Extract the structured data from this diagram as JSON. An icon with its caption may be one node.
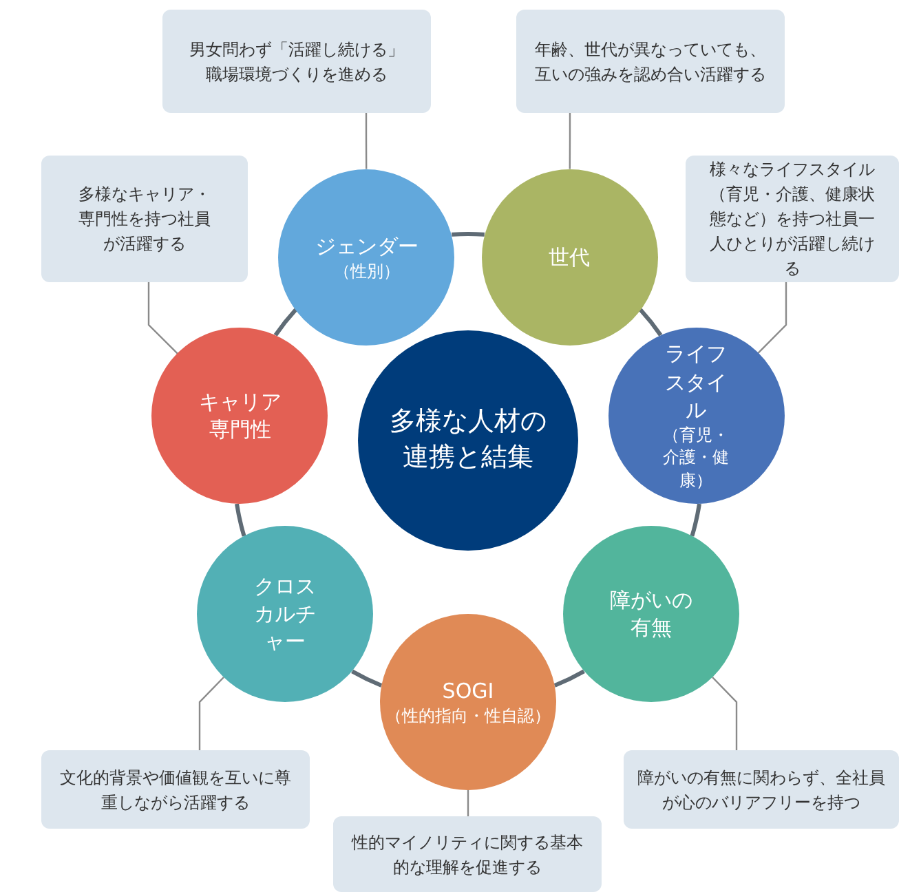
{
  "diagram": {
    "nodes": [
      {
        "text": [
          "男女問わず「活躍し続ける」職場環境づくりを進める"
        ]
      },
      {
        "text": [
          "年齢、世代が異なっていても、互いの強みを認め合い活躍する"
        ]
      },
      {
        "text": [
          "多様なキャリア・専門性を持つ社員が活躍する"
        ]
      },
      {
        "text": [
          "様々なライフスタイル（育児・介護、健康状態など）を持つ社員一人ひとりが活躍し続ける"
        ]
      },
      {
        "text": [
          "ジェンダー",
          "（性別）"
        ]
      },
      {
        "text": [
          "世代"
        ]
      },
      {
        "text": [
          "キャリア専門性"
        ]
      },
      {
        "text": [
          "ライフスタイル",
          "（育児・介護・健康）"
        ]
      },
      {
        "text": [
          "多様な人材の連携と結集"
        ]
      },
      {
        "text": [
          "クロスカルチャー"
        ]
      },
      {
        "text": [
          "障がいの有無"
        ]
      },
      {
        "text": [
          "SOGI",
          "（性的指向・性自認）"
        ]
      },
      {
        "text": [
          "文化的背景や価値観を互いに尊重しながら活躍する"
        ]
      },
      {
        "text": [
          "障がいの有無に関わらず、全社員が心のバリアフリーを持つ"
        ]
      },
      {
        "text": [
          "性的マイノリティに関する基本的な理解を促進する"
        ]
      }
    ],
    "edges": [
      {
        "from": 4,
        "to": 5,
        "arrow": "none",
        "style": "thick"
      },
      {
        "from": 5,
        "to": 7,
        "arrow": "none",
        "style": "thick"
      },
      {
        "from": 7,
        "to": 10,
        "arrow": "none",
        "style": "thick"
      },
      {
        "from": 10,
        "to": 11,
        "arrow": "none",
        "style": "thick"
      },
      {
        "from": 11,
        "to": 9,
        "arrow": "none",
        "style": "thick"
      },
      {
        "from": 9,
        "to": 6,
        "arrow": "none",
        "style": "thick"
      },
      {
        "from": 6,
        "to": 4,
        "arrow": "none",
        "style": "thick"
      },
      {
        "from": 0,
        "to": 4,
        "arrow": "none"
      },
      {
        "from": 1,
        "to": 5,
        "arrow": "none"
      },
      {
        "from": 2,
        "to": 6,
        "arrow": "none"
      },
      {
        "from": 3,
        "to": 7,
        "arrow": "none"
      },
      {
        "from": 12,
        "to": 9,
        "arrow": "none"
      },
      {
        "from": 13,
        "to": 10,
        "arrow": "none"
      },
      {
        "from": 14,
        "to": 11,
        "arrow": "none"
      }
    ]
  }
}
